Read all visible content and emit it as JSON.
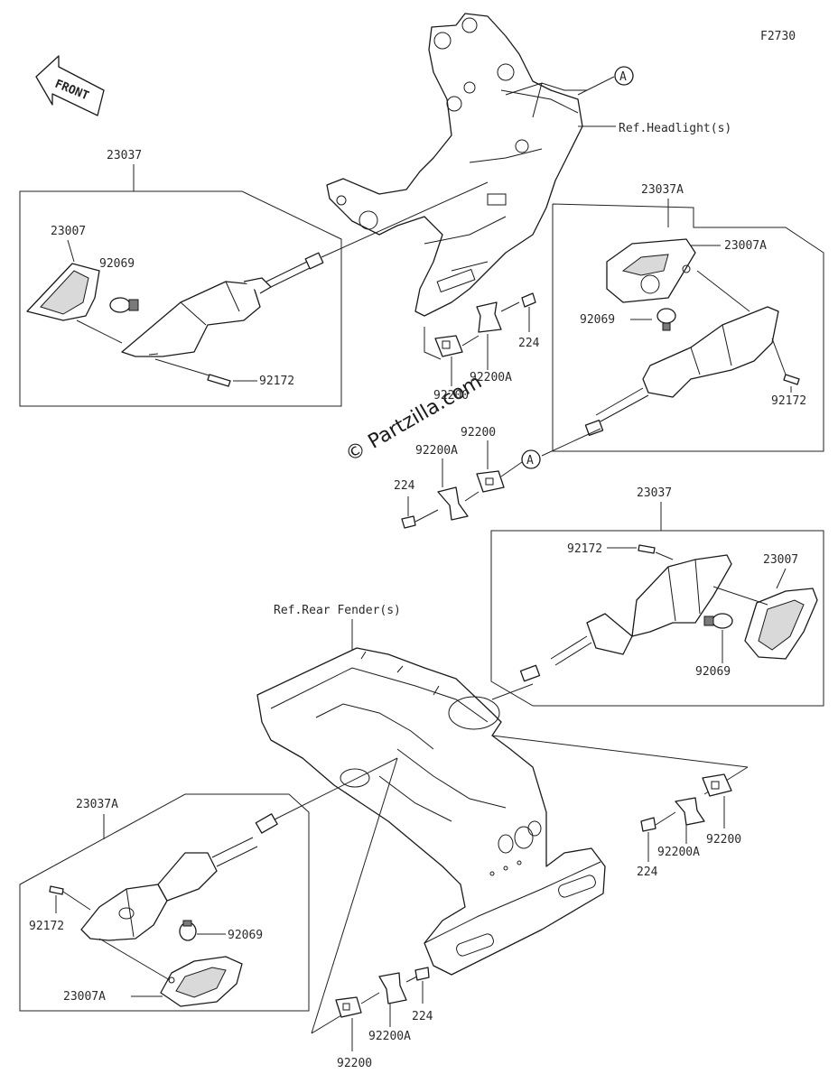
{
  "diagram_id": "F2730",
  "front_label": "FRONT",
  "watermark": "© Partzilla.com",
  "ref_labels": {
    "headlight": "Ref.Headlight(s)",
    "rear_fender": "Ref.Rear Fender(s)"
  },
  "connector_marker": "A",
  "groups": [
    {
      "id": "front-left",
      "assembly": "23037",
      "lens": "23007",
      "bulb": "92069",
      "screw": "92172"
    },
    {
      "id": "front-right",
      "assembly": "23037A",
      "lens": "23007A",
      "bulb": "92069",
      "screw": "92172"
    },
    {
      "id": "rear-right",
      "assembly": "23037",
      "lens": "23007",
      "bulb": "92069",
      "screw": "92172"
    },
    {
      "id": "rear-left",
      "assembly": "23037A",
      "lens": "23007A",
      "bulb": "92069",
      "screw": "92172"
    }
  ],
  "hardware": {
    "bolt": "224",
    "plate": "92200",
    "bracket": "92200A"
  }
}
